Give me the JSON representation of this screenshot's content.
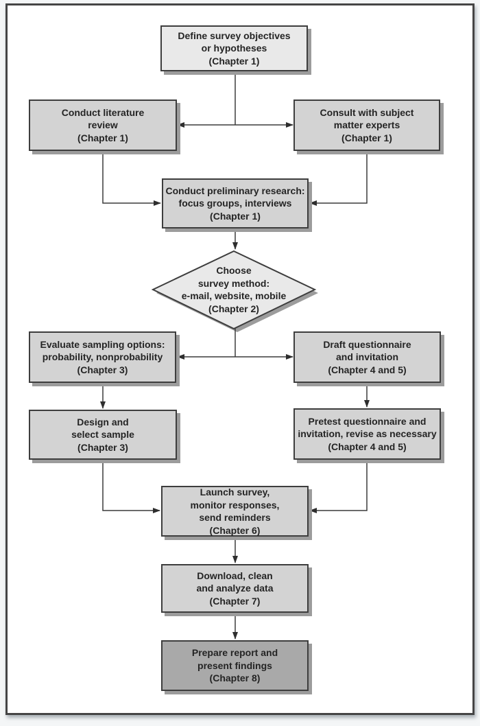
{
  "diagram": {
    "type": "flowchart",
    "colors": {
      "box_fill": "#d3d3d3",
      "box_fill_light": "#e9e9e9",
      "box_fill_dark": "#a9a9a9",
      "box_border": "#3d3d3d",
      "box_shadow": "#9c9c9c",
      "connector_line": "#3a3a3a",
      "frame_border": "#454545",
      "background": "#ffffff"
    },
    "nodes": [
      {
        "id": "define",
        "shape": "rect",
        "lines": [
          "Define survey objectives",
          "or hypotheses"
        ],
        "chapter": "(Chapter 1)"
      },
      {
        "id": "literature",
        "shape": "rect",
        "lines": [
          "Conduct literature",
          "review"
        ],
        "chapter": "(Chapter 1)"
      },
      {
        "id": "consult",
        "shape": "rect",
        "lines": [
          "Consult with subject",
          "matter experts"
        ],
        "chapter": "(Chapter 1)"
      },
      {
        "id": "preliminary",
        "shape": "rect",
        "lines": [
          "Conduct preliminary research:",
          "focus groups, interviews"
        ],
        "chapter": "(Chapter 1)"
      },
      {
        "id": "choose",
        "shape": "diamond",
        "lines": [
          "Choose",
          "survey method:",
          "e-mail, website, mobile"
        ],
        "chapter": "(Chapter 2)"
      },
      {
        "id": "evaluate",
        "shape": "rect",
        "lines": [
          "Evaluate sampling options:",
          "probability, nonprobability"
        ],
        "chapter": "(Chapter 3)"
      },
      {
        "id": "draft",
        "shape": "rect",
        "lines": [
          "Draft questionnaire",
          "and invitation"
        ],
        "chapter": "(Chapter 4 and 5)"
      },
      {
        "id": "design",
        "shape": "rect",
        "lines": [
          "Design and",
          "select sample"
        ],
        "chapter": "(Chapter 3)"
      },
      {
        "id": "pretest",
        "shape": "rect",
        "lines": [
          "Pretest questionnaire and",
          "invitation, revise as necessary"
        ],
        "chapter": "(Chapter 4 and 5)"
      },
      {
        "id": "launch",
        "shape": "rect",
        "lines": [
          "Launch survey,",
          "monitor responses,",
          "send reminders"
        ],
        "chapter": "(Chapter 6)"
      },
      {
        "id": "download",
        "shape": "rect",
        "lines": [
          "Download, clean",
          "and analyze data"
        ],
        "chapter": "(Chapter 7)"
      },
      {
        "id": "prepare",
        "shape": "rect",
        "lines": [
          "Prepare report and",
          "present findings"
        ],
        "chapter": "(Chapter 8)"
      }
    ],
    "edges": [
      {
        "from": "define",
        "to": "literature"
      },
      {
        "from": "define",
        "to": "consult"
      },
      {
        "from": "literature",
        "to": "preliminary"
      },
      {
        "from": "consult",
        "to": "preliminary"
      },
      {
        "from": "preliminary",
        "to": "choose"
      },
      {
        "from": "choose",
        "to": "evaluate"
      },
      {
        "from": "choose",
        "to": "draft"
      },
      {
        "from": "evaluate",
        "to": "design"
      },
      {
        "from": "draft",
        "to": "pretest"
      },
      {
        "from": "design",
        "to": "launch"
      },
      {
        "from": "pretest",
        "to": "launch"
      },
      {
        "from": "launch",
        "to": "download"
      },
      {
        "from": "download",
        "to": "prepare"
      }
    ]
  }
}
